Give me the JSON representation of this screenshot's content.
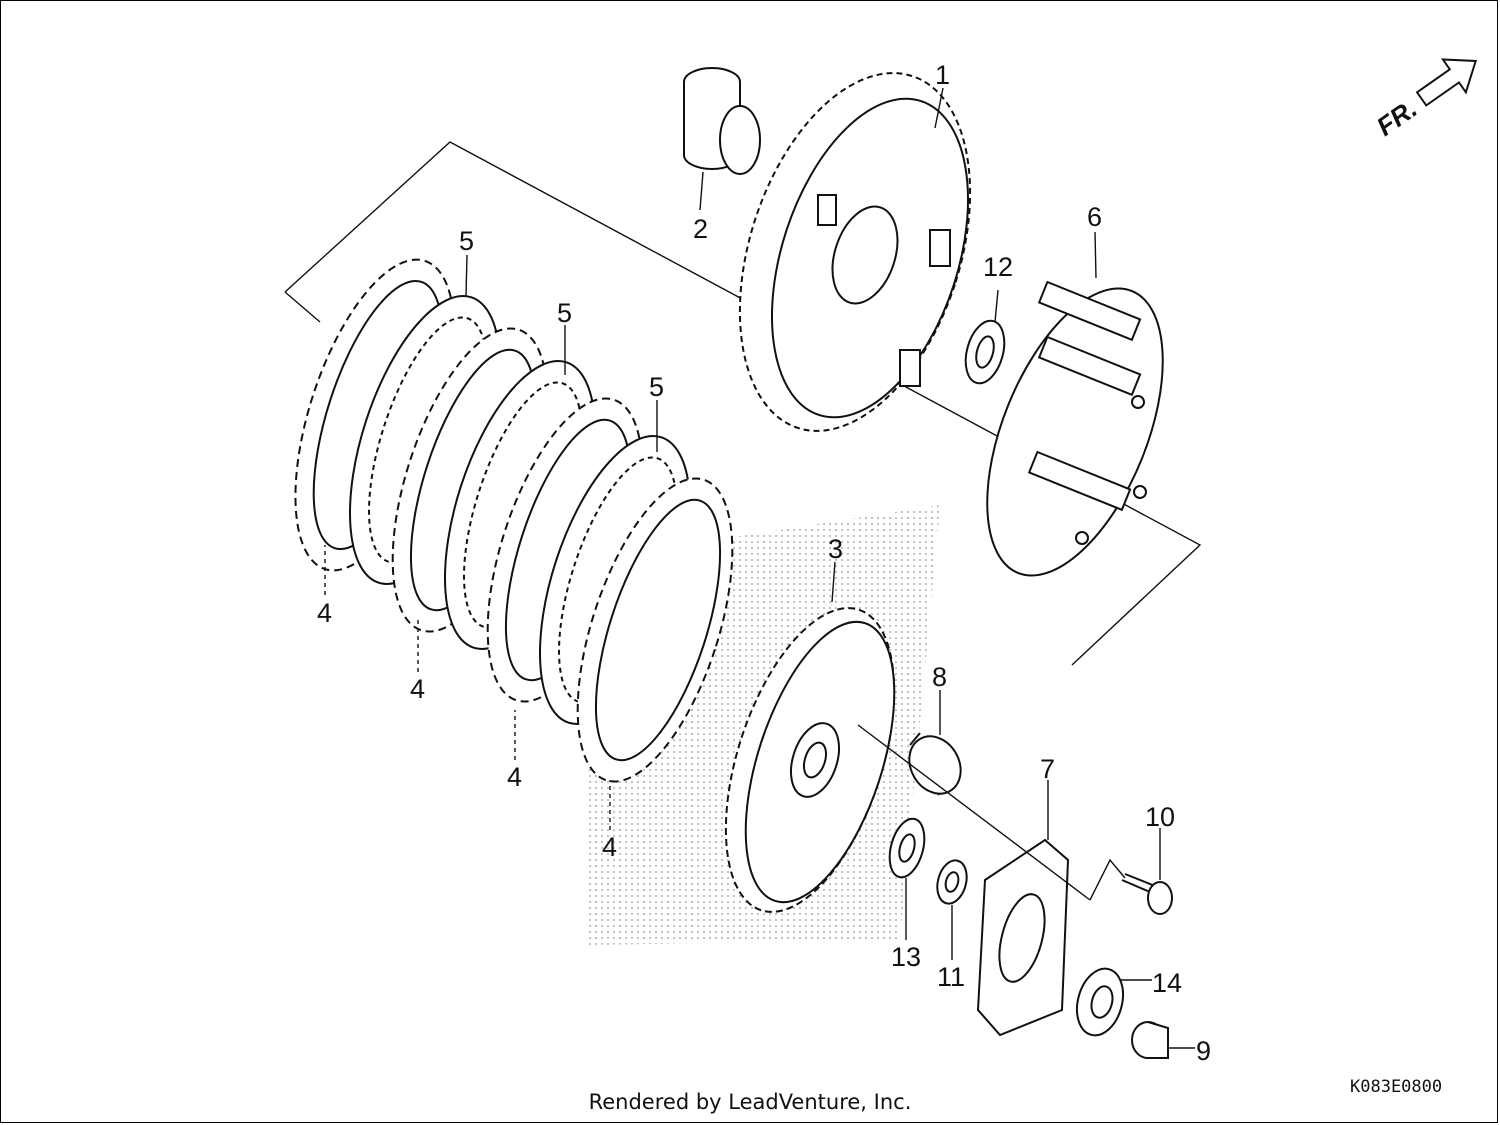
{
  "diagram": {
    "callouts": [
      "1",
      "2",
      "3",
      "4",
      "4",
      "4",
      "4",
      "5",
      "5",
      "5",
      "6",
      "7",
      "8",
      "9",
      "10",
      "11",
      "12",
      "13",
      "14"
    ],
    "direction_label": "FR.",
    "diagram_code": "K083E0800"
  },
  "footer": {
    "credit": "Rendered by LeadVenture, Inc."
  }
}
